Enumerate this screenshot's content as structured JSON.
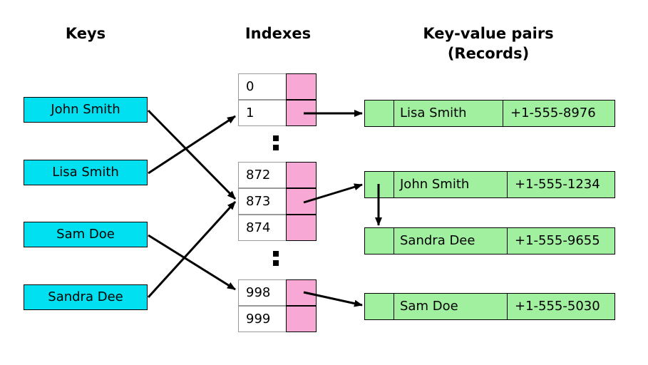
{
  "headers": {
    "keys": "Keys",
    "indexes": "Indexes",
    "pairs_line1": "Key-value pairs",
    "pairs_line2": "(Records)"
  },
  "keys": [
    "John Smith",
    "Lisa Smith",
    "Sam Doe",
    "Sandra Dee"
  ],
  "indexes": [
    "0",
    "1",
    "872",
    "873",
    "874",
    "998",
    "999"
  ],
  "records": [
    {
      "name": "Lisa Smith",
      "phone": "+1-555-8976"
    },
    {
      "name": "John Smith",
      "phone": "+1-555-1234"
    },
    {
      "name": "Sandra Dee",
      "phone": "+1-555-9655"
    },
    {
      "name": "Sam Doe",
      "phone": "+1-555-5030"
    }
  ],
  "colors": {
    "key_box": "#00e0f0",
    "bucket_slot": "#f7a8d4",
    "record_box": "#a0f0a0"
  }
}
